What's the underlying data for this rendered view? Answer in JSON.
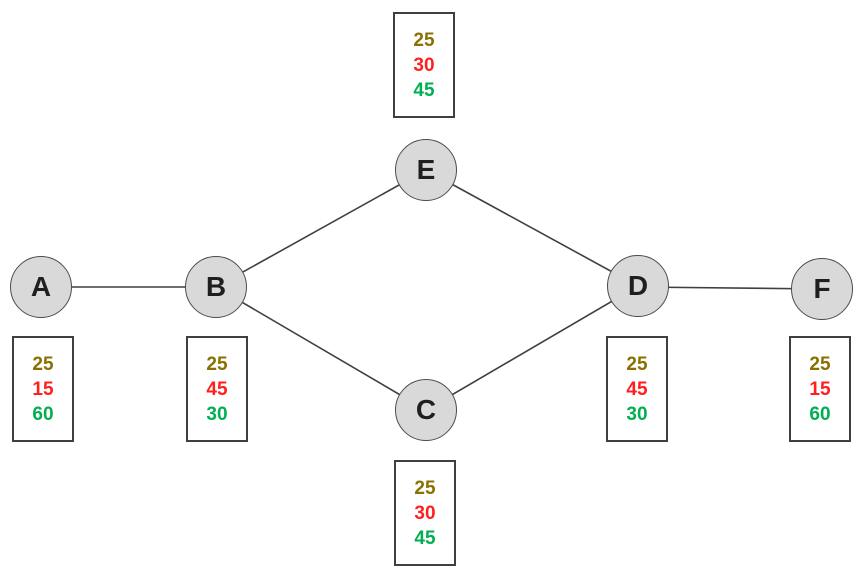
{
  "diagram": {
    "title": "network-graph-with-value-boxes",
    "nodes": [
      {
        "label": "A"
      },
      {
        "label": "B"
      },
      {
        "label": "C"
      },
      {
        "label": "D"
      },
      {
        "label": "E"
      },
      {
        "label": "F"
      }
    ],
    "edges": [
      {
        "from": "A",
        "to": "B"
      },
      {
        "from": "B",
        "to": "E"
      },
      {
        "from": "B",
        "to": "C"
      },
      {
        "from": "E",
        "to": "D"
      },
      {
        "from": "C",
        "to": "D"
      },
      {
        "from": "D",
        "to": "F"
      }
    ],
    "value_boxes": {
      "A": [
        "25",
        "15",
        "60"
      ],
      "B": [
        "25",
        "45",
        "30"
      ],
      "C": [
        "25",
        "30",
        "45"
      ],
      "D": [
        "25",
        "45",
        "30"
      ],
      "E": [
        "25",
        "30",
        "45"
      ],
      "F": [
        "25",
        "15",
        "60"
      ]
    },
    "colors": {
      "value_1": "#8a7000",
      "value_2": "#ff1f1f",
      "value_3": "#00b050",
      "node_fill": "#d9d9d9",
      "node_border": "#4c4c4c",
      "edge": "#3f3f3f",
      "box_border": "#3f3f3f"
    }
  }
}
